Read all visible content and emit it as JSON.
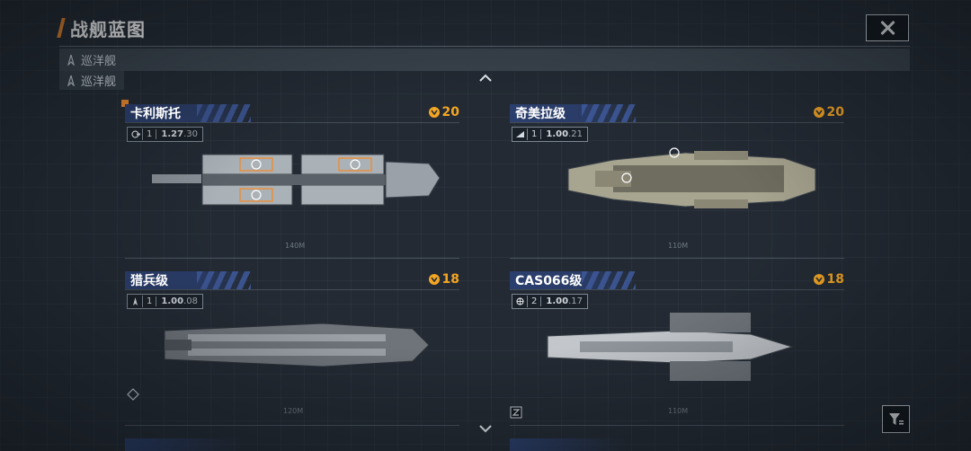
{
  "header": {
    "title": "战舰蓝图"
  },
  "category": {
    "current": "巡洋舰",
    "selected": "巡洋舰"
  },
  "ships": [
    {
      "name": "卡利斯托",
      "cost": "20",
      "level": "1",
      "ratio_main": "1.27",
      "ratio_sub": ".30",
      "length": "140M"
    },
    {
      "name": "奇美拉级",
      "cost": "20",
      "level": "1",
      "ratio_main": "1.00",
      "ratio_sub": ".21",
      "length": "110M"
    },
    {
      "name": "猎兵级",
      "cost": "18",
      "level": "1",
      "ratio_main": "1.00",
      "ratio_sub": ".08",
      "length": "120M"
    },
    {
      "name": "CAS066级",
      "cost": "18",
      "level": "2",
      "ratio_main": "1.00",
      "ratio_sub": ".17",
      "length": "110M"
    }
  ],
  "colors": {
    "accent": "#f08a2c",
    "cost": "#f5a623",
    "name_bar": "#2b3f6e"
  },
  "icons": {
    "close": "close-icon",
    "filter": "filter-icon",
    "cost": "currency-badge-icon",
    "scroll_up": "chevron-up-icon",
    "scroll_down": "chevron-down-icon"
  }
}
